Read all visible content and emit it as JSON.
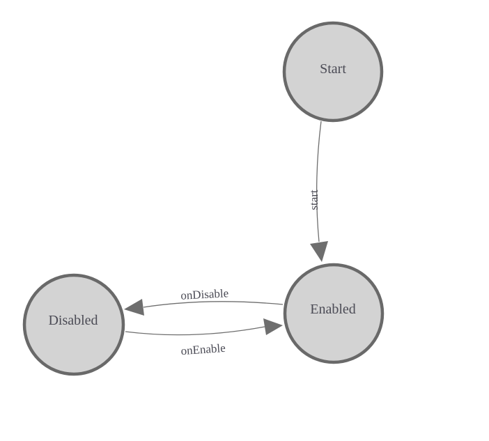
{
  "diagram": {
    "type": "state-machine",
    "colors": {
      "background": "#ffffff",
      "node_fill": "#d3d3d3",
      "node_border": "#696969",
      "edge_line": "#6e6e6e",
      "arrowhead": "#6e6e6e",
      "label_text": "#4b4b55"
    },
    "nodes": [
      {
        "id": "start",
        "label": "Start"
      },
      {
        "id": "enabled",
        "label": "Enabled"
      },
      {
        "id": "disabled",
        "label": "Disabled"
      }
    ],
    "edges": [
      {
        "from": "Start",
        "to": "Enabled",
        "label": "start"
      },
      {
        "from": "Enabled",
        "to": "Disabled",
        "label": "onDisable"
      },
      {
        "from": "Disabled",
        "to": "Enabled",
        "label": "onEnable"
      }
    ]
  }
}
